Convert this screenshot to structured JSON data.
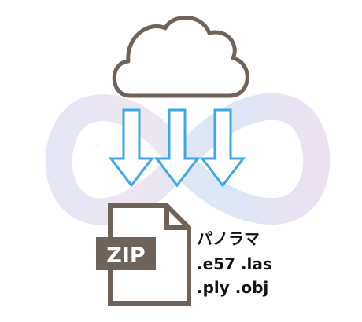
{
  "zip_label": "ZIP",
  "formats": {
    "line1": "パノラマ",
    "line2": ".e57  .las",
    "line3": ".ply   .obj"
  },
  "colors": {
    "outline": "#6e6259",
    "arrow": "#3aa7e8",
    "infinity_blue": "#cfe0f4",
    "infinity_pink": "#e8dcee",
    "text": "#111111",
    "zip_text": "#ffffff"
  },
  "icons": [
    "cloud-icon",
    "download-arrow-icon",
    "infinity-icon",
    "zip-file-icon"
  ]
}
